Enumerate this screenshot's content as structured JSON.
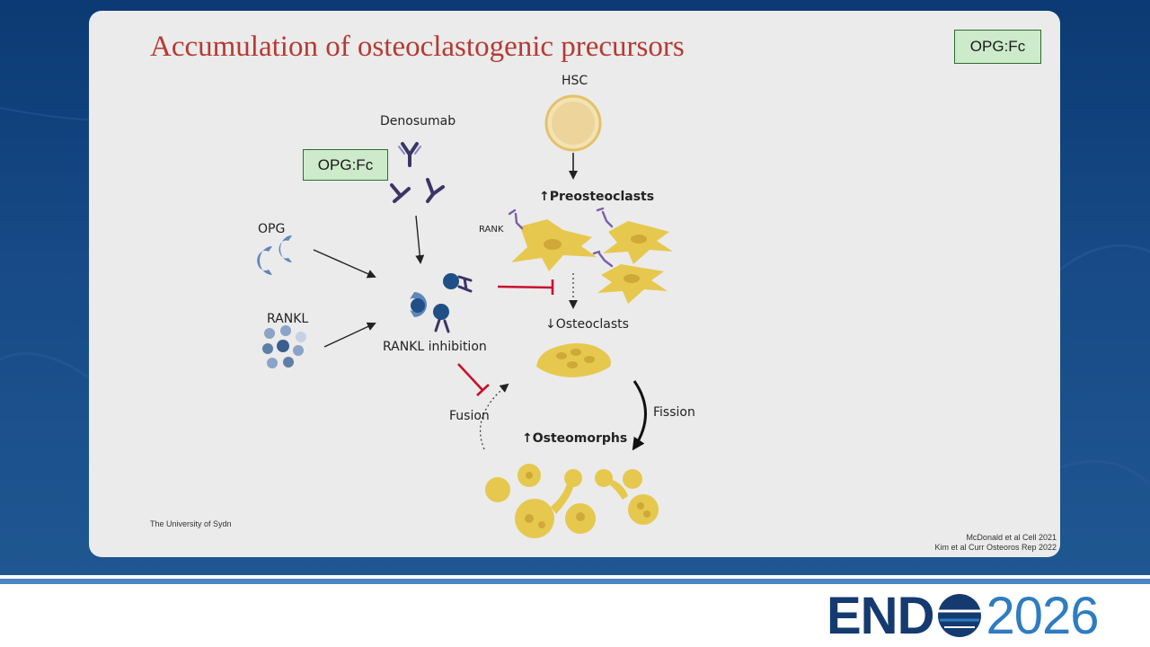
{
  "slide": {
    "title": "Accumulation of osteoclastogenic precursors",
    "badge_top": "OPG:Fc",
    "badge_left": "OPG:Fc",
    "labels": {
      "denosumab": "Denosumab",
      "opg": "OPG",
      "rankl": "RANKL",
      "rankl_inhibition": "RANKL inhibition",
      "hsc": "HSC",
      "preosteoclasts": "Preosteoclasts",
      "rank": "RANK",
      "osteoclasts": "Osteoclasts",
      "fusion": "Fusion",
      "fission": "Fission",
      "osteomorphs": "Osteomorphs"
    },
    "arrows": {
      "up": "↑",
      "down": "↓"
    },
    "footer_left": "The University of Sydn",
    "references": [
      "McDonald et al Cell 2021",
      "Kim et al Curr Osteoros Rep 2022"
    ]
  },
  "brand": {
    "name_part1": "END",
    "name_part2": "2026"
  },
  "colors": {
    "title": "#b53a33",
    "cell_fill": "#e6c84e",
    "inhibition_arrow": "#c8102e",
    "slide_background": "#ebebeb",
    "page_background": "#123f7a",
    "brand_dark": "#143a70",
    "brand_light": "#2f7cc0"
  }
}
